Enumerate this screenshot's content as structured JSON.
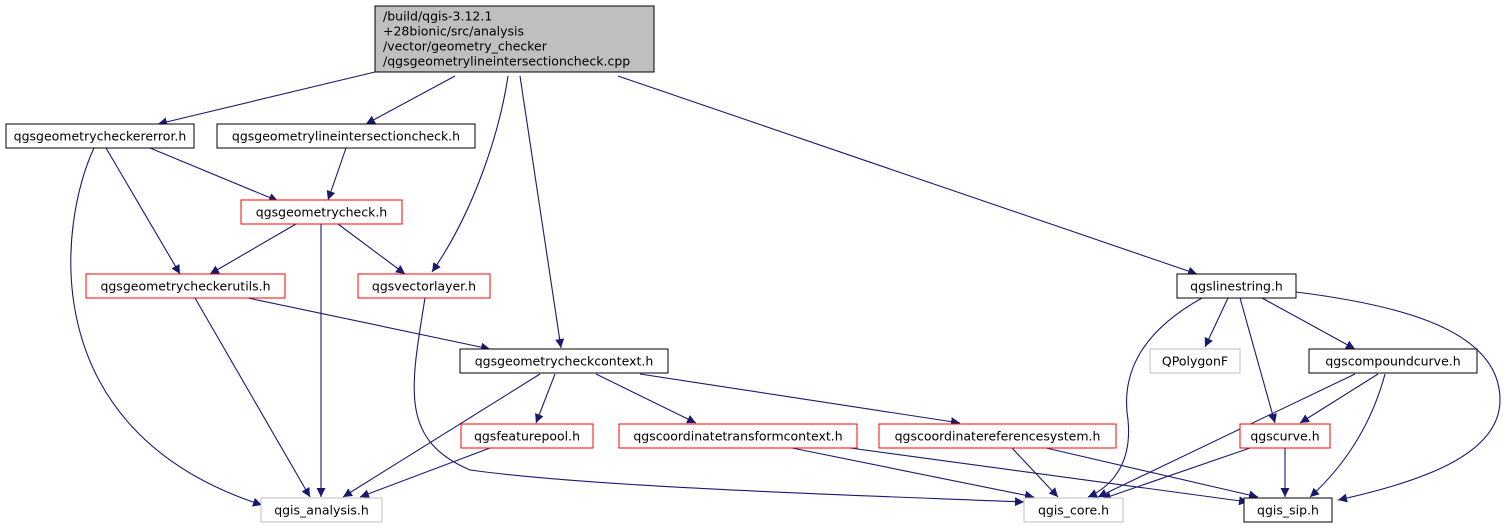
{
  "colors": {
    "edge": "#191970",
    "node_black": "#000000",
    "node_red": "#ff0000",
    "node_grey": "#bfbfbf",
    "root_fill": "#bfbfbf"
  },
  "root": {
    "lines": [
      "/build/qgis-3.12.1",
      "+28bionic/src/analysis",
      "/vector/geometry_checker",
      "/qgsgeometrylineintersectioncheck.cpp"
    ]
  },
  "nodes": [
    {
      "id": "checkererror",
      "label": "qgsgeometrycheckererror.h",
      "style": "black"
    },
    {
      "id": "lineintersectioncheck",
      "label": "qgsgeometrylineintersectioncheck.h",
      "style": "black"
    },
    {
      "id": "geometrycheck",
      "label": "qgsgeometrycheck.h",
      "style": "red"
    },
    {
      "id": "checkerutils",
      "label": "qgsgeometrycheckerutils.h",
      "style": "red"
    },
    {
      "id": "vectorlayer",
      "label": "qgsvectorlayer.h",
      "style": "red"
    },
    {
      "id": "checkcontext",
      "label": "qgsgeometrycheckcontext.h",
      "style": "black"
    },
    {
      "id": "linestring",
      "label": "qgslinestring.h",
      "style": "black"
    },
    {
      "id": "qpolygonf",
      "label": "QPolygonF",
      "style": "grey"
    },
    {
      "id": "compoundcurve",
      "label": "qgscompoundcurve.h",
      "style": "black"
    },
    {
      "id": "featurepool",
      "label": "qgsfeaturepool.h",
      "style": "red"
    },
    {
      "id": "transformcontext",
      "label": "qgscoordinatetransformcontext.h",
      "style": "red"
    },
    {
      "id": "crs",
      "label": "qgscoordinatereferencesystem.h",
      "style": "red"
    },
    {
      "id": "curve",
      "label": "qgscurve.h",
      "style": "red"
    },
    {
      "id": "analysis",
      "label": "qgis_analysis.h",
      "style": "grey"
    },
    {
      "id": "core",
      "label": "qgis_core.h",
      "style": "grey"
    },
    {
      "id": "sip",
      "label": "qgis_sip.h",
      "style": "black"
    }
  ]
}
